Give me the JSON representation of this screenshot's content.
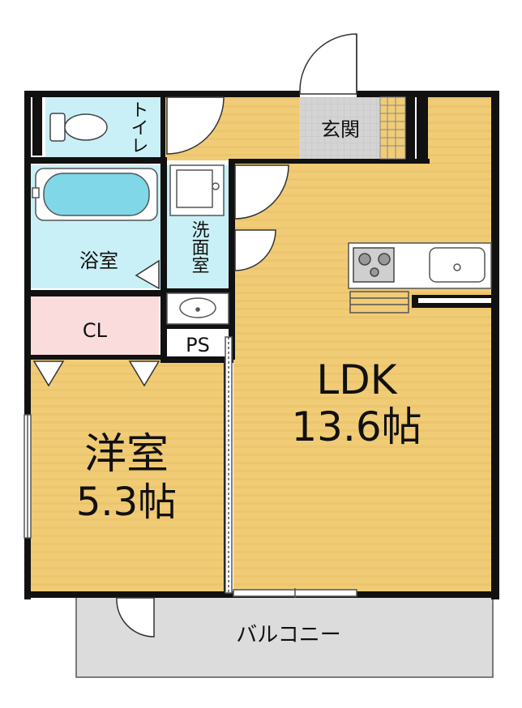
{
  "rooms": {
    "toilet": "トイレ",
    "entrance": "玄関",
    "bath": "浴室",
    "washroom": "洗面室",
    "closet": "CL",
    "ps": "PS",
    "ldk_name": "LDK",
    "ldk_size": "13.6帖",
    "western_name": "洋室",
    "western_size": "5.3帖",
    "balcony": "バルコニー"
  },
  "colors": {
    "floor": "#f1cc77",
    "floor_stripe": "#ead08f",
    "wet_area": "#c9f0f6",
    "closet": "#fadcdc",
    "balcony": "#dcdcdc",
    "entrance": "#d6d6d6",
    "wall": "#111111"
  }
}
